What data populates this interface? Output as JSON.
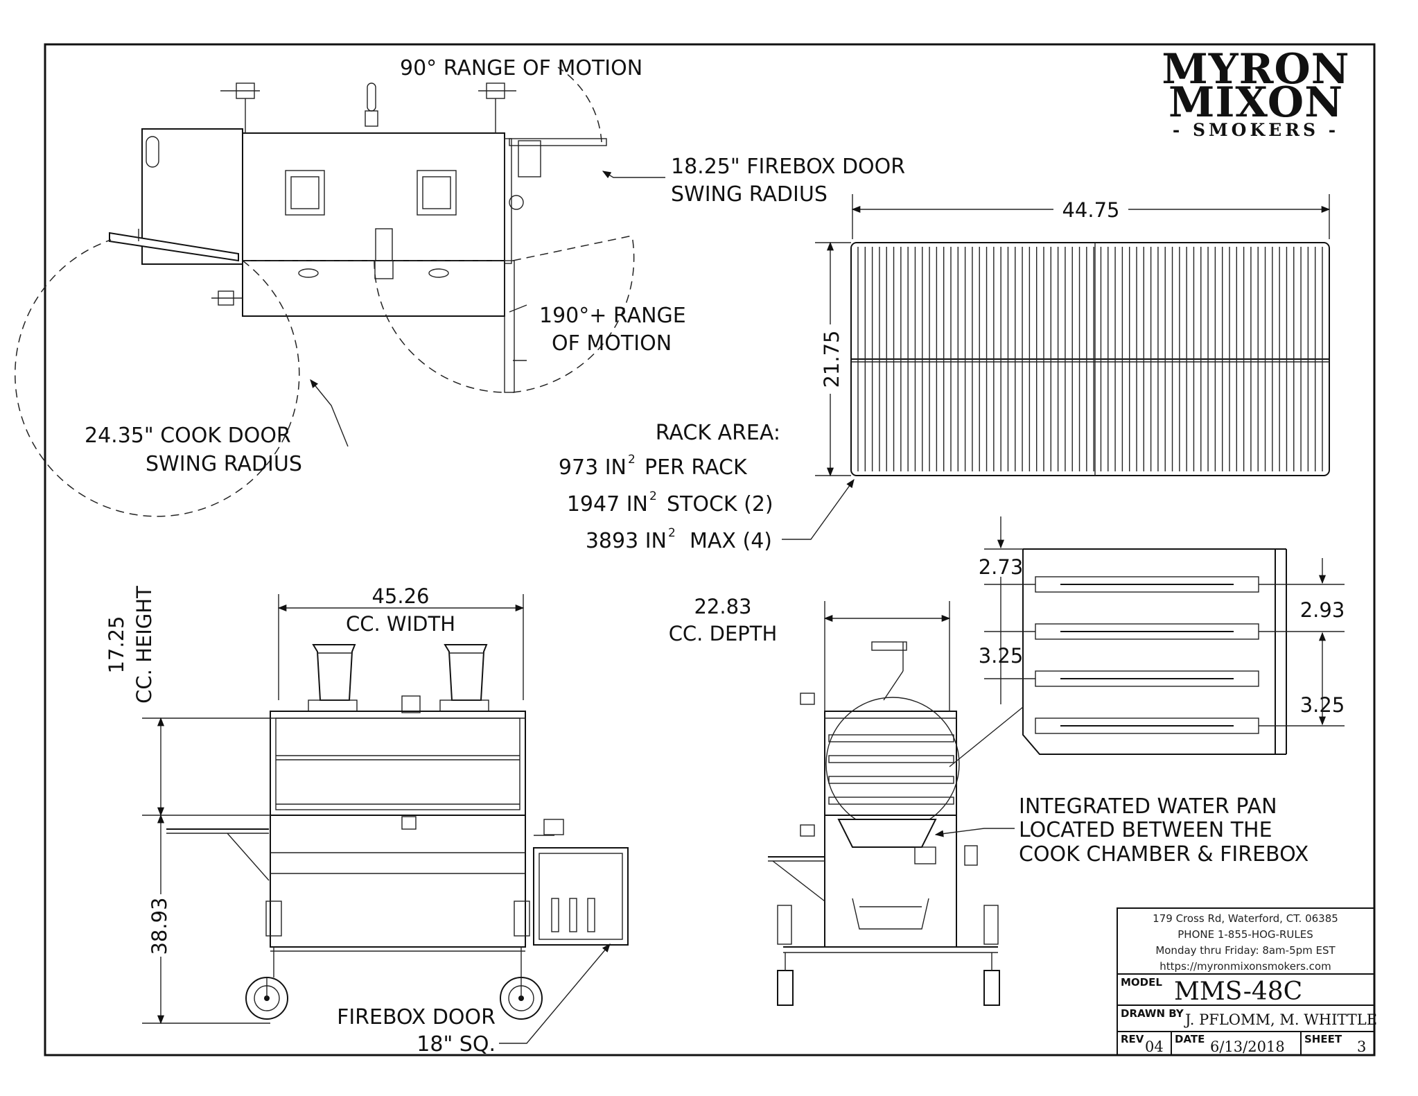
{
  "logo": {
    "line1": "MYRON",
    "line2": "MIXON",
    "line3": "- SMOKERS -"
  },
  "callouts": {
    "range_90": "90° RANGE OF MOTION",
    "firebox_swing_1": "18.25\" FIREBOX DOOR",
    "firebox_swing_2": "SWING RADIUS",
    "range_190_1": "190°+ RANGE",
    "range_190_2": "OF MOTION",
    "cook_swing_1": "24.35\" COOK DOOR",
    "cook_swing_2": "SWING RADIUS",
    "rack_area_title": "RACK AREA:",
    "rack_line1_num": "973 IN",
    "rack_line1_rest": "PER RACK",
    "rack_line2_num": "1947 IN",
    "rack_line2_rest": "STOCK (2)",
    "rack_line3_num": "3893 IN",
    "rack_line3_rest": "MAX (4)",
    "superscript": "2",
    "water_pan_1": "INTEGRATED WATER PAN",
    "water_pan_2": "LOCATED BETWEEN THE",
    "water_pan_3": "COOK CHAMBER & FIREBOX",
    "firebox_door_1": "FIREBOX DOOR",
    "firebox_door_2": "18\" SQ."
  },
  "dimensions": {
    "rack_width": "44.75",
    "rack_depth": "21.75",
    "cc_width_value": "45.26",
    "cc_width_label": "CC. WIDTH",
    "cc_height_value": "17.25",
    "cc_height_label": "CC. HEIGHT",
    "overall_height": "38.93",
    "cc_depth_value": "22.83",
    "cc_depth_label": "CC. DEPTH",
    "rack_gap_top": "2.73",
    "rack_gap_a": "3.25",
    "rack_gap_right_top": "2.93",
    "rack_gap_right_bottom": "3.25"
  },
  "title_block": {
    "address": "179 Cross Rd, Waterford, CT. 06385",
    "phone": "PHONE 1-855-HOG-RULES",
    "hours": "Monday thru Friday: 8am-5pm EST",
    "website": "https://myronmixonsmokers.com",
    "model_label": "MODEL",
    "model_value": "MMS-48C",
    "drawn_by_label": "DRAWN BY",
    "drawn_by_value": "J. PFLOMM, M. WHITTLE",
    "rev_label": "REV",
    "rev_value": "04",
    "date_label": "DATE",
    "date_value": "6/13/2018",
    "sheet_label": "SHEET",
    "sheet_value": "3"
  }
}
